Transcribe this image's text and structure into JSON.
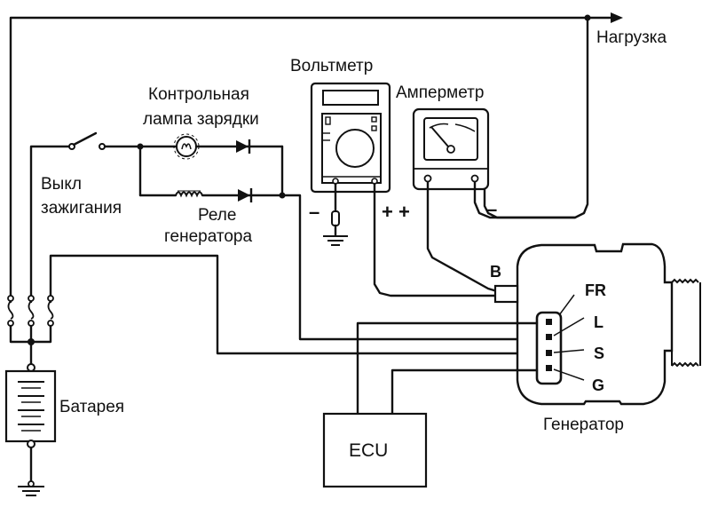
{
  "diagram": {
    "type": "charging-system-wiring",
    "labels": {
      "load": "Нагрузка",
      "voltmeter": "Вольтметр",
      "ammeter": "Амперметр",
      "charge_lamp_line1": "Контрольная",
      "charge_lamp_line2": "лампа зарядки",
      "ignition_switch_line1": "Выкл",
      "ignition_switch_line2": "зажигания",
      "relay_line1": "Реле",
      "relay_line2": "генератора",
      "battery": "Батарея",
      "generator": "Генератор",
      "ecu": "ECU"
    },
    "terminals": {
      "b": "B",
      "fr": "FR",
      "l": "L",
      "s": "S",
      "g": "G"
    },
    "polarity": {
      "voltmeter_negative": "–",
      "positive_pair": "+ +",
      "ammeter_negative": "–"
    },
    "colors": {
      "ink": "#111111",
      "background": "#ffffff"
    }
  }
}
